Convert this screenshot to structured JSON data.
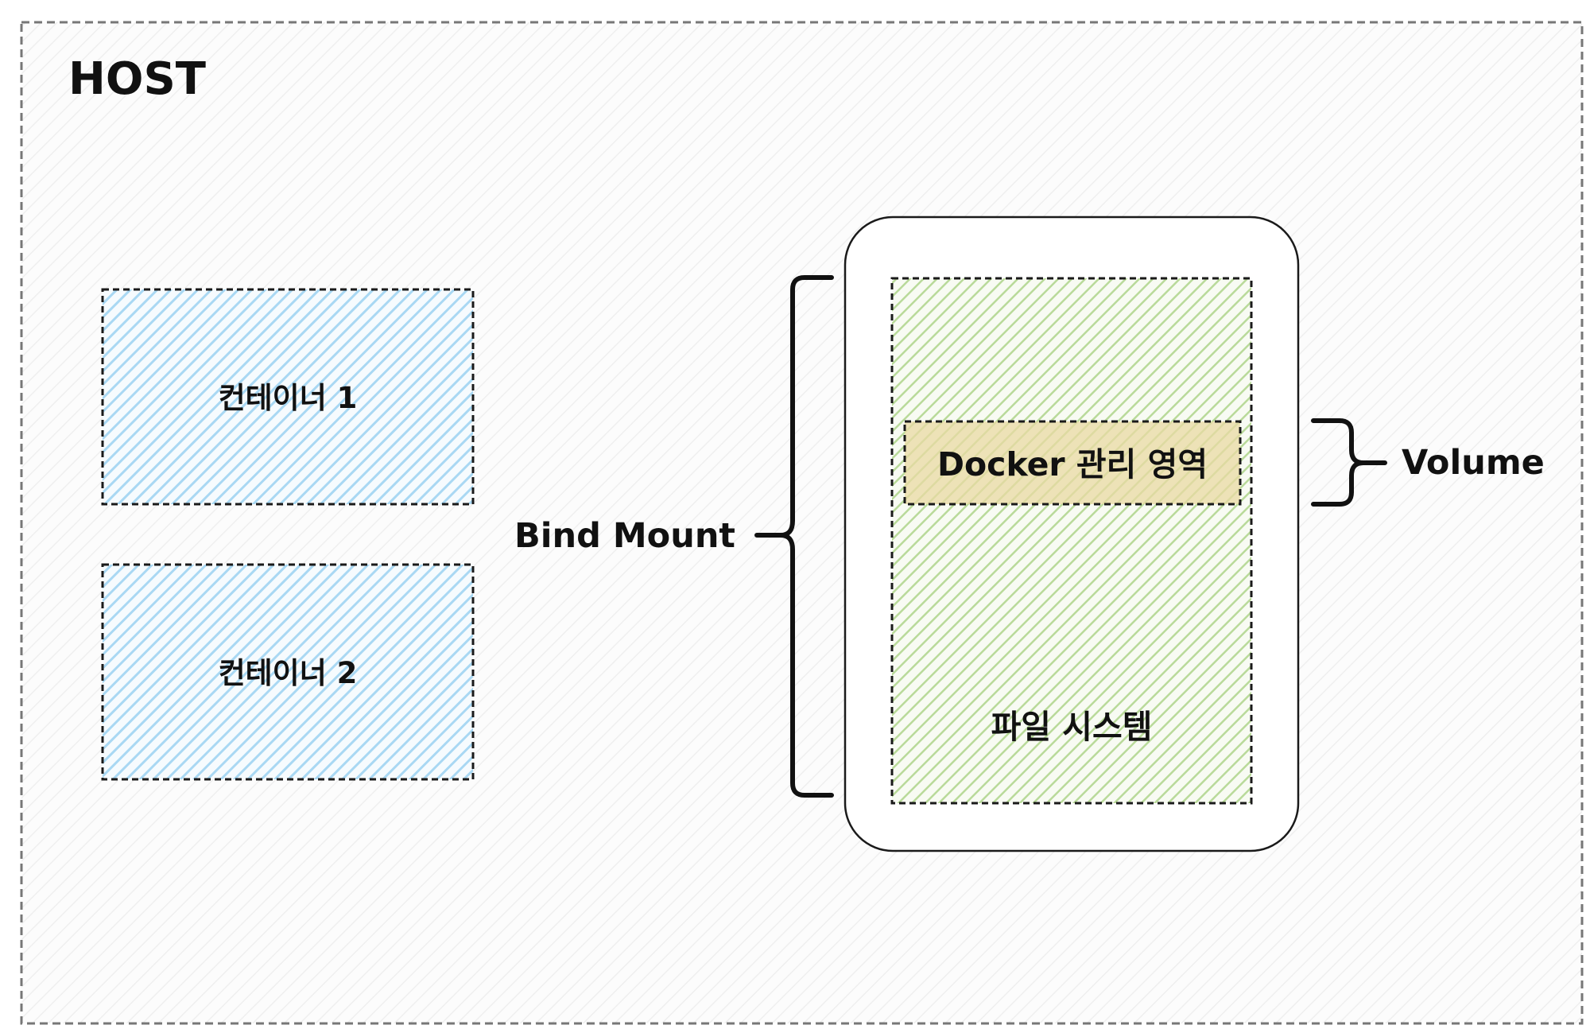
{
  "host": {
    "label": "HOST"
  },
  "containers": [
    {
      "label": "컨테이너 1"
    },
    {
      "label": "컨테이너 2"
    }
  ],
  "filesystem": {
    "label": "파일 시스템",
    "docker_area_label": "Docker 관리 영역"
  },
  "bind_mount": {
    "label": "Bind Mount"
  },
  "volume": {
    "label": "Volume"
  },
  "colors": {
    "background": "#fcfcfc",
    "host_border": "#777777",
    "container_hatch": "#a9d8f3",
    "filesystem_hatch": "#b9da9a",
    "docker_area_fill": "#ead9a3",
    "outline": "#1a1a1a"
  }
}
